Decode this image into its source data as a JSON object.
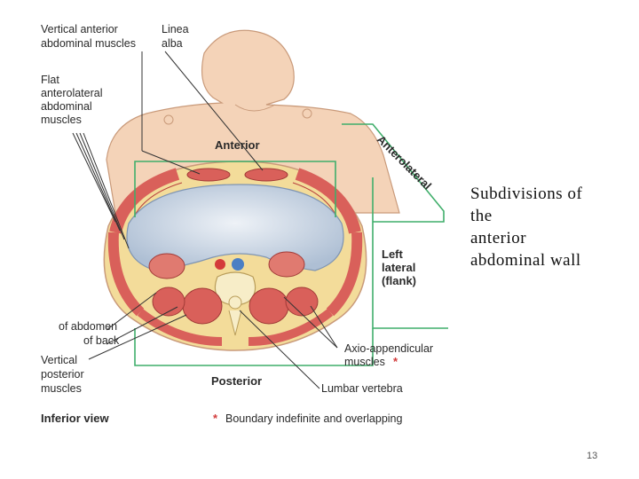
{
  "labels": {
    "vertical_anterior": [
      "Vertical anterior",
      "abdominal muscles"
    ],
    "linea_alba": [
      "Linea",
      "alba"
    ],
    "flat_anterolateral": [
      "Flat",
      "anterolateral",
      "abdominal",
      "muscles"
    ],
    "anterior": "Anterior",
    "anterolateral": "Anterolateral",
    "left_lateral": [
      "Left",
      "lateral",
      "(flank)"
    ],
    "of_abdomen_of_back": [
      "of abdomen",
      "of back"
    ],
    "vertical_posterior": [
      "Vertical",
      "posterior",
      "muscles"
    ],
    "axio_appendicular": [
      "Axio-appendicular",
      "muscles"
    ],
    "asterisk": "*",
    "posterior": "Posterior",
    "lumbar_vertebra": "Lumbar vertebra",
    "inferior_view": "Inferior view",
    "boundary_note": "Boundary indefinite and overlapping"
  },
  "caption": [
    "Subdivisions of",
    "the",
    "anterior",
    "abdominal wall"
  ],
  "page_number": "13",
  "colors": {
    "skin": "#f4d3b8",
    "skin_outline": "#c99a7a",
    "muscle": "#d9605a",
    "fat": "#f3dc9a",
    "peritoneum": "#c9d6e6",
    "boundary_line": "#3fae6a",
    "asterisk": "#d23b3b"
  }
}
